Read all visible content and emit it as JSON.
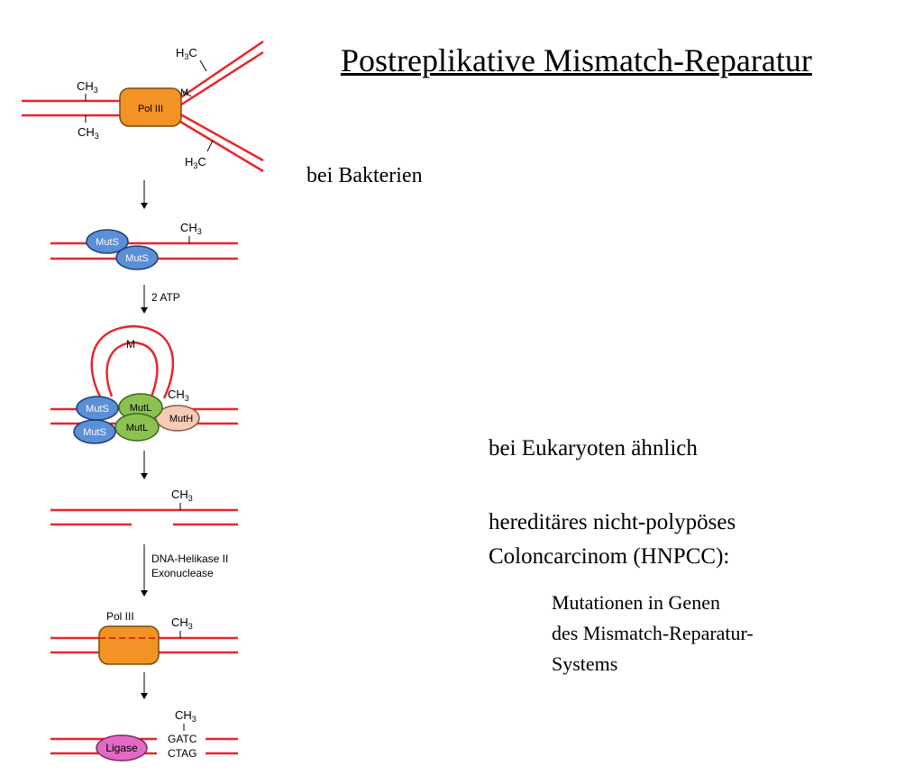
{
  "slide": {
    "title": "Postreplikative Mismatch-Reparatur",
    "bakterien": "bei Bakterien",
    "eukaryoten": "bei Eukaryoten ähnlich",
    "hnpcc_line1": "hereditäres nicht-polypöses",
    "hnpcc_line2": "Coloncarcinom (HNPCC):",
    "mutations_line1": "Mutationen in Genen",
    "mutations_line2": "des Mismatch-Reparatur-",
    "mutations_line3": "Systems"
  },
  "figure": {
    "polIII": "Pol III",
    "ch3": "CH",
    "sub3": "3",
    "h3c_h": "H",
    "h3c_c": "C",
    "mismatch": "M",
    "mutS": "MutS",
    "mutL": "MutL",
    "mutH": "MutH",
    "step2": "2 ATP",
    "step4a": "DNA-Helikase II",
    "step4b": "Exonuclease",
    "ligase": "Ligase",
    "gatc": "GATC",
    "ctag": "CTAG"
  },
  "colors": {
    "dna": "#e8262a",
    "polIII": "#f39325",
    "mutS": "#5b8fd6",
    "mutL": "#8cc152",
    "mutH": "#f4cbb3",
    "ligase": "#e16bc4"
  }
}
